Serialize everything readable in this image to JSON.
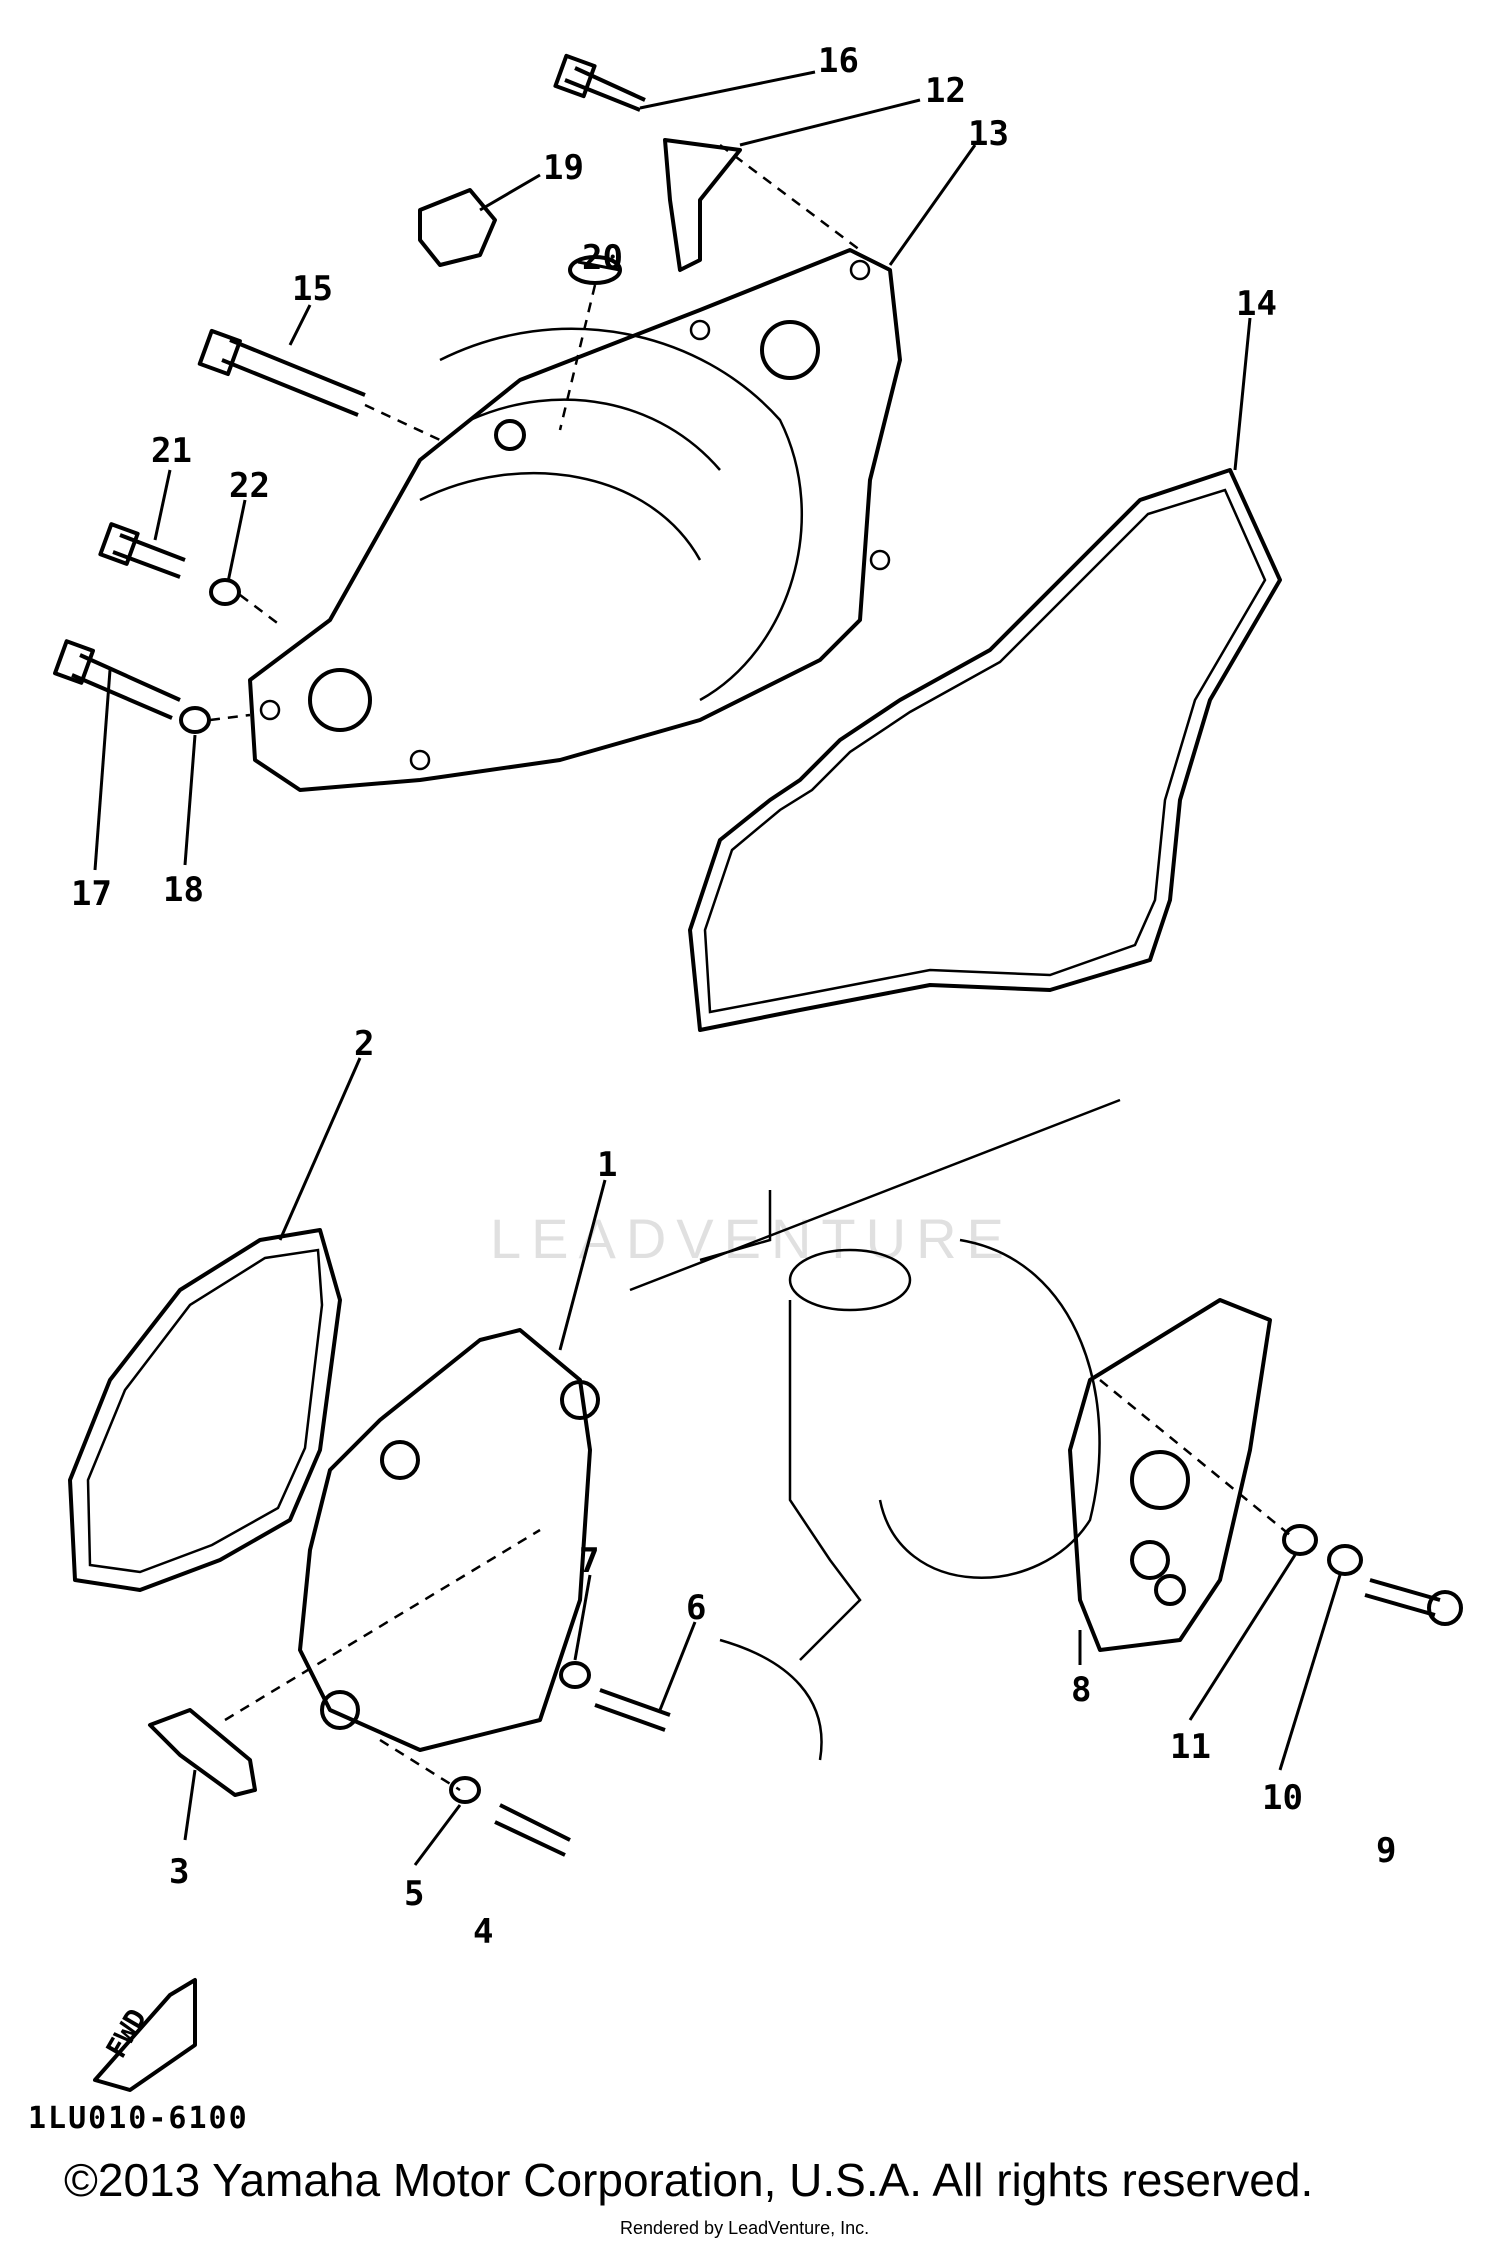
{
  "diagram": {
    "callouts": [
      {
        "id": "16",
        "label": "16"
      },
      {
        "id": "12",
        "label": "12"
      },
      {
        "id": "13",
        "label": "13"
      },
      {
        "id": "19",
        "label": "19"
      },
      {
        "id": "20",
        "label": "20"
      },
      {
        "id": "15",
        "label": "15"
      },
      {
        "id": "14",
        "label": "14"
      },
      {
        "id": "21",
        "label": "21"
      },
      {
        "id": "22",
        "label": "22"
      },
      {
        "id": "17",
        "label": "17"
      },
      {
        "id": "18",
        "label": "18"
      },
      {
        "id": "2",
        "label": "2"
      },
      {
        "id": "1",
        "label": "1"
      },
      {
        "id": "7",
        "label": "7"
      },
      {
        "id": "6",
        "label": "6"
      },
      {
        "id": "8",
        "label": "8"
      },
      {
        "id": "11",
        "label": "11"
      },
      {
        "id": "10",
        "label": "10"
      },
      {
        "id": "9",
        "label": "9"
      },
      {
        "id": "3",
        "label": "3"
      },
      {
        "id": "5",
        "label": "5"
      },
      {
        "id": "4",
        "label": "4"
      }
    ],
    "fwd_mark": "FWD",
    "diagram_code": "1LU010-6100",
    "watermark": "LEADVENTURE"
  },
  "footer": {
    "copyright": "©2013 Yamaha Motor Corporation, U.S.A. All rights reserved.",
    "rendered_by": "Rendered by LeadVenture, Inc."
  }
}
